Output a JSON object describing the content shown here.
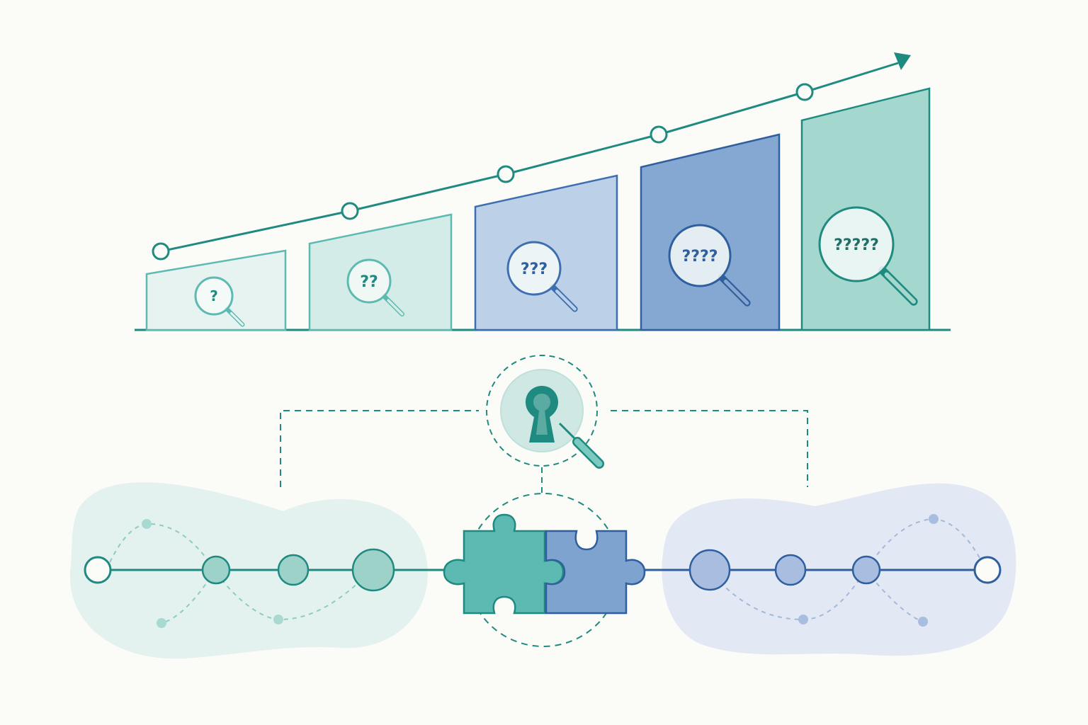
{
  "palette": {
    "background": "#fbfbf7",
    "teal_dark": "#1f8a80",
    "teal_mid": "#5dbab2",
    "teal_light": "#dcefea",
    "blue_dark": "#2f5f9e",
    "blue_mid": "#7fa3cf",
    "blue_light": "#bcd0e8",
    "cloud_teal": "#e3f1ef",
    "cloud_blue": "#e2e9f4"
  },
  "chart": {
    "trend": "increasing",
    "arrow_direction": "up-right",
    "bars": [
      {
        "rank": 1,
        "label": "?",
        "color": "#e6f3f0",
        "stroke": "#5dbab2",
        "text_color": "#1f8a80"
      },
      {
        "rank": 2,
        "label": "??",
        "color": "#d4ece7",
        "stroke": "#5dbab2",
        "text_color": "#1f8a80"
      },
      {
        "rank": 3,
        "label": "???",
        "color": "#bcd0e8",
        "stroke": "#3d6fb0",
        "text_color": "#2f5f9e"
      },
      {
        "rank": 4,
        "label": "????",
        "color": "#85a8d2",
        "stroke": "#2f5f9e",
        "text_color": "#2f5f9e"
      },
      {
        "rank": 5,
        "label": "?????",
        "color": "#a4d8cf",
        "stroke": "#1f8a80",
        "text_color": "#1f6f68"
      }
    ]
  },
  "connector": {
    "center_icon": "keyhole-magnifier-icon",
    "middle_icon": "puzzle-pieces-icon"
  },
  "clusters": {
    "left": {
      "color": "teal",
      "node_count": 4
    },
    "right": {
      "color": "blue",
      "node_count": 4
    }
  }
}
